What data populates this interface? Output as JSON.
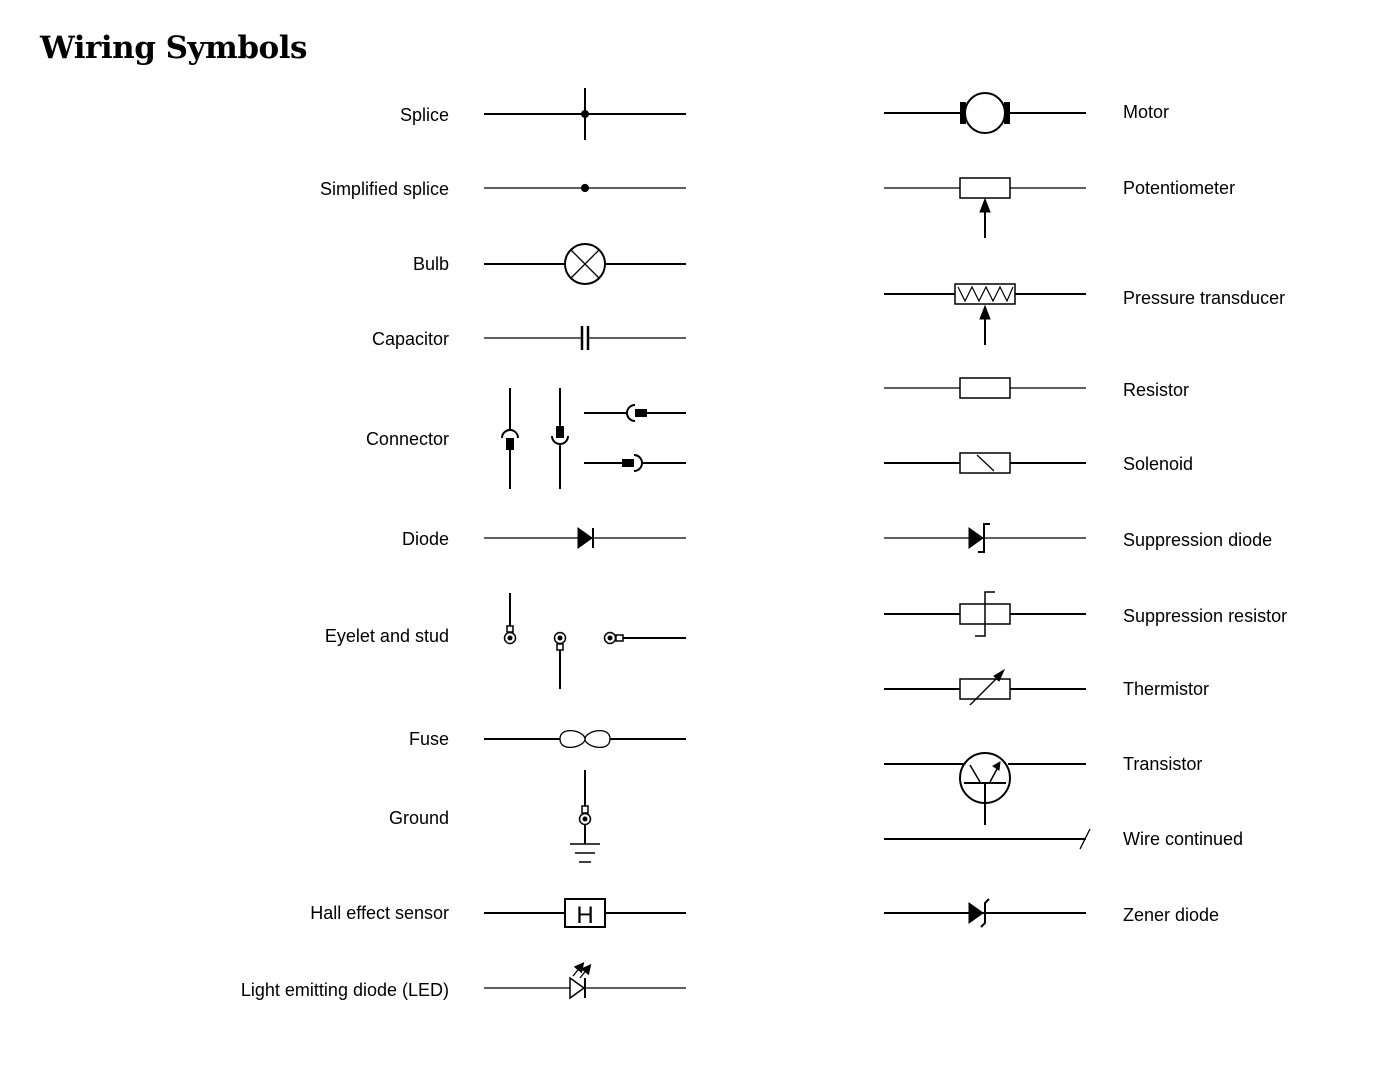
{
  "title": "Wiring Symbols",
  "left_labels": [
    "Splice",
    "Simplified splice",
    "Bulb",
    "Capacitor",
    "Connector",
    "Diode",
    "Eyelet and stud",
    "Fuse",
    "Ground",
    "Hall effect sensor",
    "Light emitting diode (LED)"
  ],
  "right_labels": [
    "Motor",
    "Potentiometer",
    "Pressure transducer",
    "Resistor",
    "Solenoid",
    "Suppression diode",
    "Suppression resistor",
    "Thermistor",
    "Transistor",
    "Wire continued",
    "Zener diode"
  ],
  "hall_letter": "H",
  "colors": {
    "ink": "#000000",
    "background": "#ffffff"
  }
}
